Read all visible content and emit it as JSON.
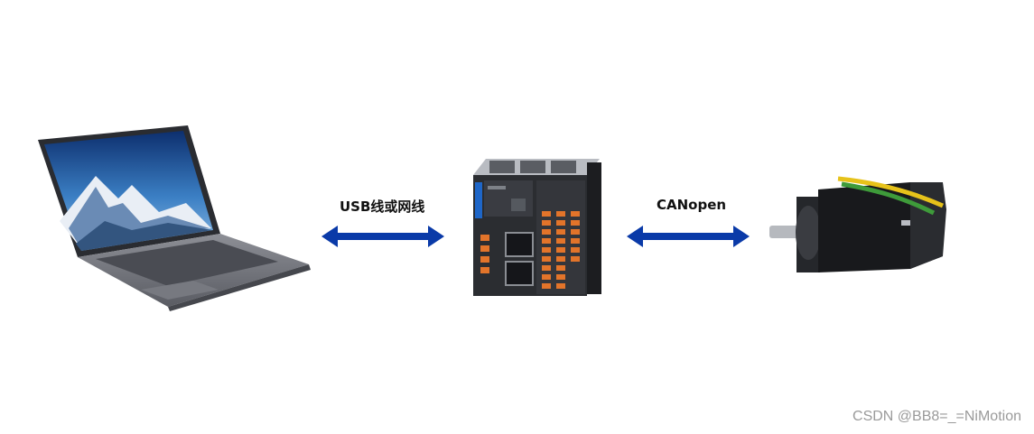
{
  "diagram": {
    "nodes": [
      {
        "id": "laptop",
        "icon": "laptop-icon"
      },
      {
        "id": "controller",
        "icon": "plc-controller-icon"
      },
      {
        "id": "motor",
        "icon": "servo-motor-icon"
      }
    ],
    "edges": [
      {
        "from": "laptop",
        "to": "controller",
        "label": "USB线或网线",
        "direction": "bidirectional"
      },
      {
        "from": "controller",
        "to": "motor",
        "label": "CANopen",
        "direction": "bidirectional"
      }
    ]
  },
  "colors": {
    "arrow": "#0a3aa8",
    "label": "#111111",
    "watermark": "#9a9a9a"
  },
  "watermark": "CSDN @BB8=_=NiMotion"
}
